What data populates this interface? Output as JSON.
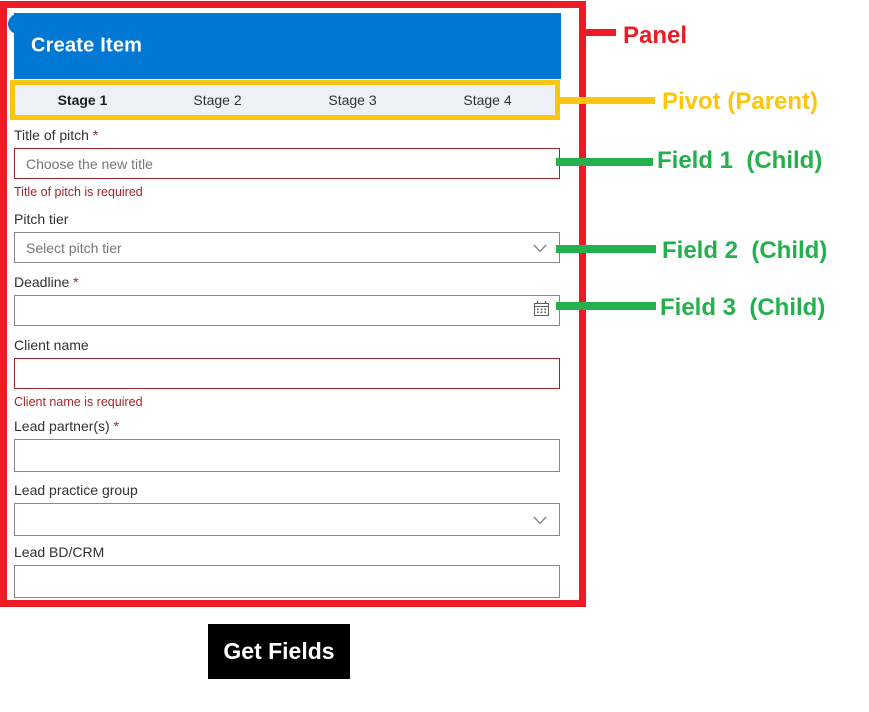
{
  "panel": {
    "title": "Create Item",
    "pivot": {
      "tabs": [
        "Stage 1",
        "Stage 2",
        "Stage 3",
        "Stage 4"
      ],
      "selected_tab": "Stage 1"
    },
    "fields": [
      {
        "label": "Title of pitch",
        "mark": " *",
        "type": "text",
        "placeholder": "Choose the new title",
        "error": "Title of pitch is required"
      },
      {
        "label": "Pitch tier",
        "type": "dropdown",
        "placeholder": "Select pitch tier"
      },
      {
        "label": "Deadline",
        "mark": " *",
        "type": "date"
      },
      {
        "label": "Client name",
        "type": "text",
        "error": "Client name is required"
      },
      {
        "label": "Lead partner(s)",
        "mark": " *",
        "type": "text"
      },
      {
        "label": "Lead practice group",
        "type": "dropdown"
      },
      {
        "label": "Lead BD/CRM",
        "type": "text"
      }
    ]
  },
  "actions": {
    "get_fields_label": "Get Fields"
  },
  "annotations": {
    "panel": "Panel",
    "pivot": "Pivot (Parent)",
    "field1": "Field 1  (Child)",
    "field2": "Field 2  (Child)",
    "field3": "Field 3  (Child)"
  },
  "icons": {
    "dropdown": "chevron-down-icon",
    "date": "calendar-icon"
  },
  "colors": {
    "header_blue": "#0078d4",
    "pivot_background": "#EDF1F5",
    "annotation_red": "#ED1C24",
    "annotation_yellow": "#FCC60D",
    "annotation_green": "#22B14C",
    "error_red": "#a4262c",
    "input_border_gray": "#8a8886",
    "button_black": "#000000"
  }
}
